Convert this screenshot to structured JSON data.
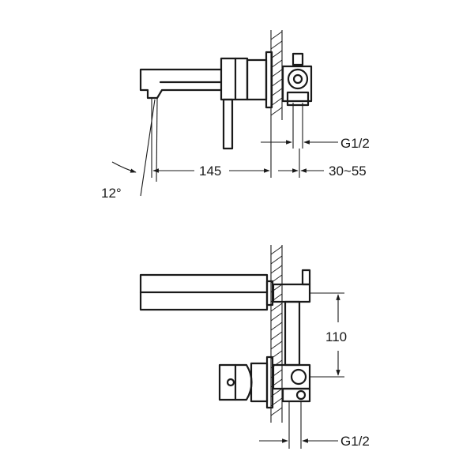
{
  "side_view": {
    "angle_label": "12°",
    "spout_projection": "145",
    "wall_depth_range": "30~55",
    "thread_label": "G1/2"
  },
  "top_view": {
    "height_label": "110",
    "thread_label": "G1/2"
  }
}
